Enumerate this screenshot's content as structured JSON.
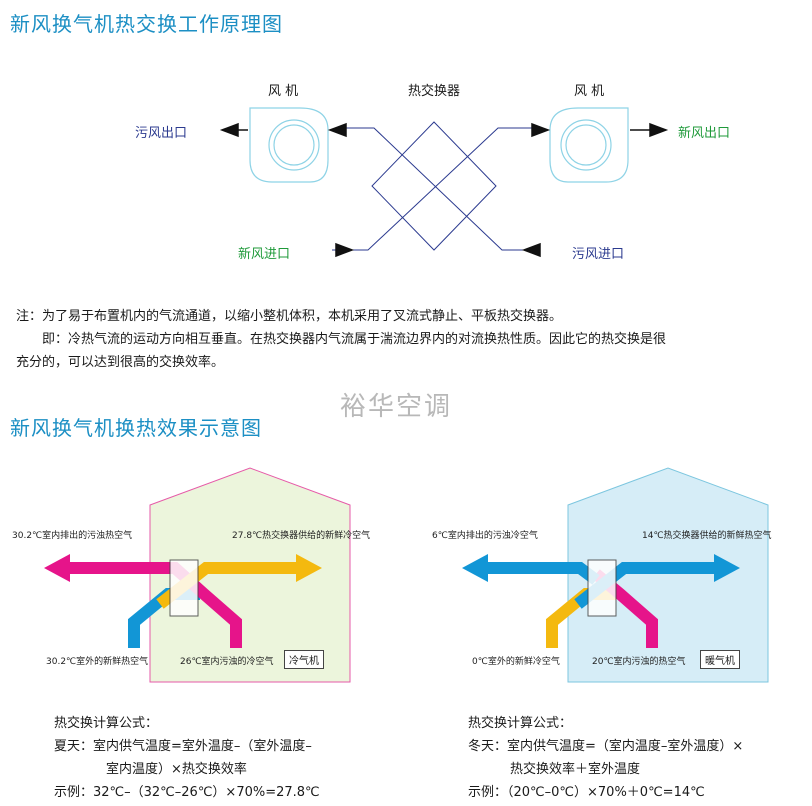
{
  "section1": {
    "title": "新风换气机热交换工作原理图",
    "fan_left_label": "风 机",
    "fan_right_label": "风 机",
    "exchanger_label": "热交换器",
    "exhaust_out": "污风出口",
    "fresh_out": "新风出口",
    "fresh_in": "新风进口",
    "exhaust_in": "污风进口"
  },
  "notes": {
    "line1": "注：为了易于布置机内的气流通道，以缩小整机体积，本机采用了叉流式静止、平板热交换器。",
    "line2": "即：冷热气流的运动方向相互垂直。在热交换器内气流属于湍流边界内的对流换热性质。因此它的热交换是很",
    "line3": "充分的，可以达到很高的交换效率。"
  },
  "watermark": "裕华空调",
  "section2": {
    "title": "新风换气机换热效果示意图",
    "summer": {
      "exhaust_label": "30.2℃室内排出的污浊热空气",
      "supply_label": "27.8℃热交换器供给的新鲜冷空气",
      "outdoor_label": "30.2℃室外的新鲜热空气",
      "indoor_label": "26℃室内污浊的冷空气",
      "mode": "冷气机",
      "formula_title": "热交换计算公式：",
      "formula_line1": "夏天：室内供气温度=室外温度–（室外温度–",
      "formula_line2": "室内温度）×热交换效率",
      "formula_line3": "示例：32℃–（32℃–26℃）×70%=27.8℃"
    },
    "winter": {
      "exhaust_label": "6℃室内排出的污浊冷空气",
      "supply_label": "14℃热交换器供给的新鲜热空气",
      "outdoor_label": "0℃室外的新鲜冷空气",
      "indoor_label": "20℃室内污浊的热空气",
      "mode": "暖气机",
      "formula_title": "热交换计算公式：",
      "formula_line1": "冬天：室内供气温度=（室内温度–室外温度）×",
      "formula_line2": "热交换效率＋室外温度",
      "formula_line3": "示例：（20℃–0℃）×70%＋0℃=14℃"
    }
  },
  "colors": {
    "title_blue": "#1c8fc4",
    "fan_cyan": "#8ed3e6",
    "exchanger_navy": "#2b3a8f",
    "summer_house_fill": "#ecf5dc",
    "summer_house_border": "#e65aa8",
    "winter_house_fill": "#d6edf7",
    "winter_house_border": "#7cc6df",
    "magenta_arrow": "#e6148a",
    "yellow_arrow": "#f4b90f",
    "blue_arrow": "#1296d6"
  }
}
